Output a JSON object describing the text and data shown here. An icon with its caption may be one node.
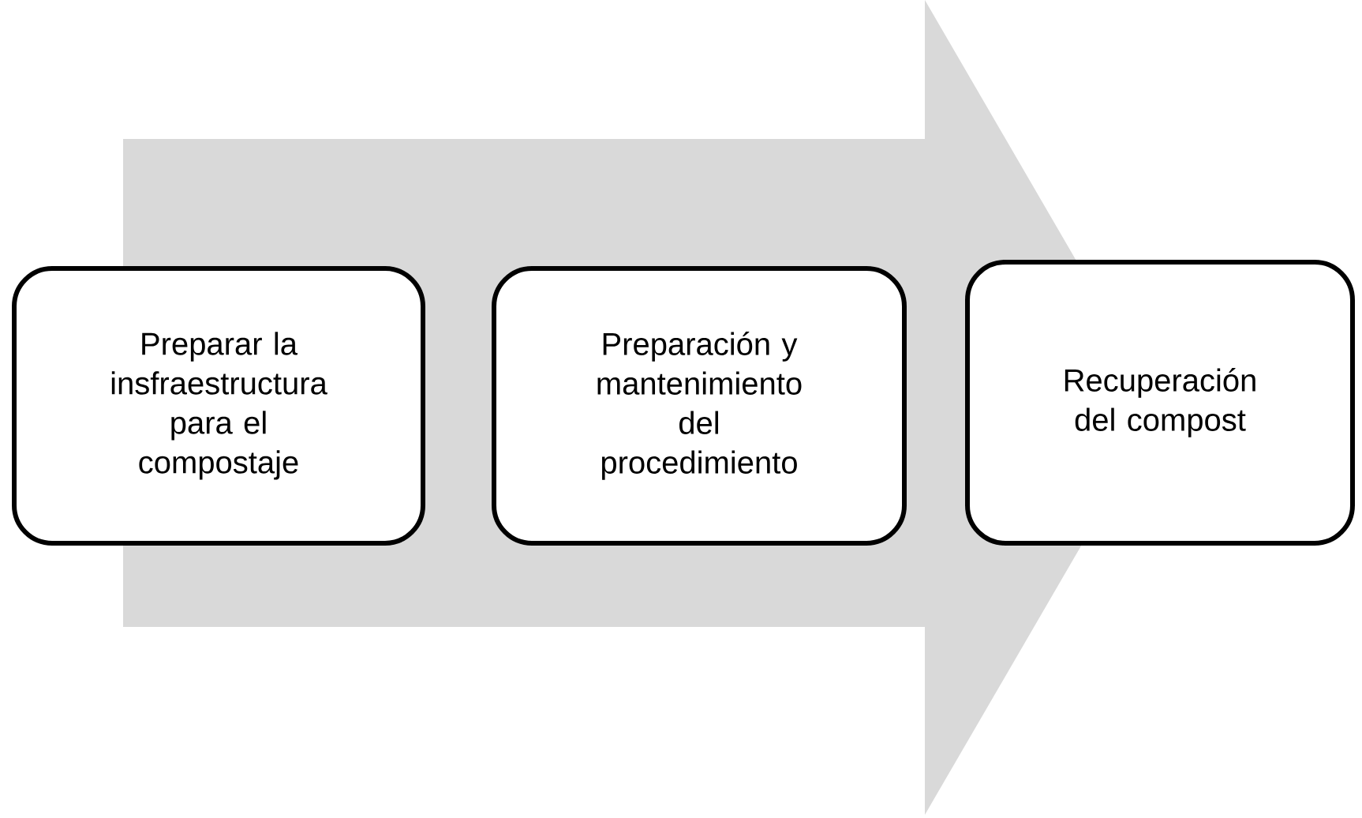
{
  "diagram": {
    "nodes": [
      {
        "text": [
          "Preparar la insfraestructura para el compostaje"
        ]
      },
      {
        "text": [
          "Preparación y mantenimiento del procedimiento"
        ]
      },
      {
        "text": [
          "Recuperación del compost"
        ]
      }
    ],
    "edges": [
      {
        "from": 0,
        "to": 2,
        "arrow": "to"
      }
    ]
  }
}
